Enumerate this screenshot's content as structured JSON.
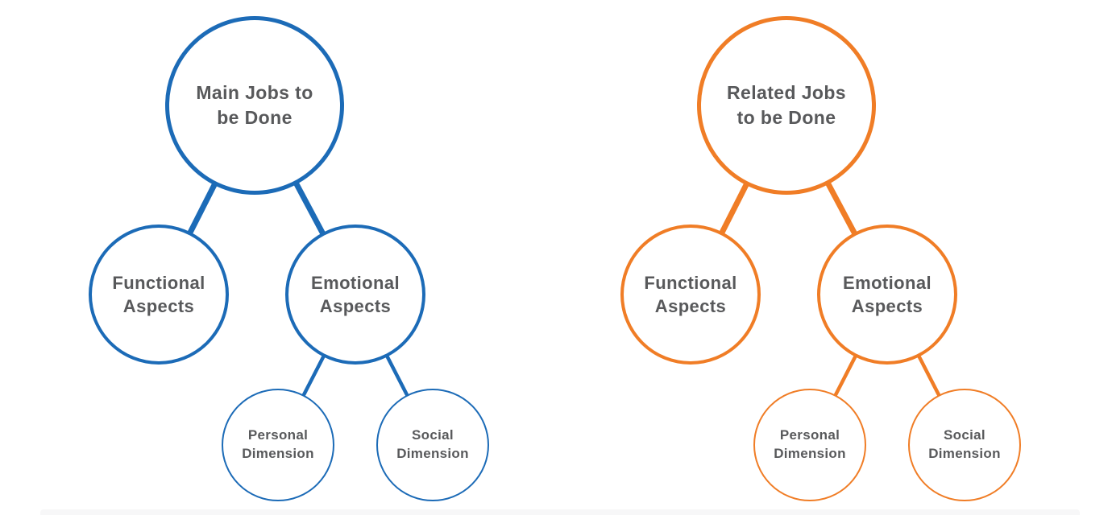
{
  "colors": {
    "blue": "#1C6BB7",
    "orange": "#F07D26",
    "label_text": "#58595B",
    "background": "#FFFFFF",
    "bottom_strip": "#F7F7F8"
  },
  "diagram": {
    "description": "Two jobs-to-be-done tree diagrams",
    "trees": [
      {
        "id": "main-jobs",
        "accent_color": "#1C6BB7",
        "root": {
          "label": "Main Jobs to be Done"
        },
        "children": [
          {
            "label": "Functional Aspects"
          },
          {
            "label": "Emotional Aspects",
            "children": [
              {
                "label": "Personal Dimension"
              },
              {
                "label": "Social Dimension"
              }
            ]
          }
        ]
      },
      {
        "id": "related-jobs",
        "accent_color": "#F07D26",
        "root": {
          "label": "Related Jobs to be Done"
        },
        "children": [
          {
            "label": "Functional Aspects"
          },
          {
            "label": "Emotional Aspects",
            "children": [
              {
                "label": "Personal Dimension"
              },
              {
                "label": "Social Dimension"
              }
            ]
          }
        ]
      }
    ]
  }
}
